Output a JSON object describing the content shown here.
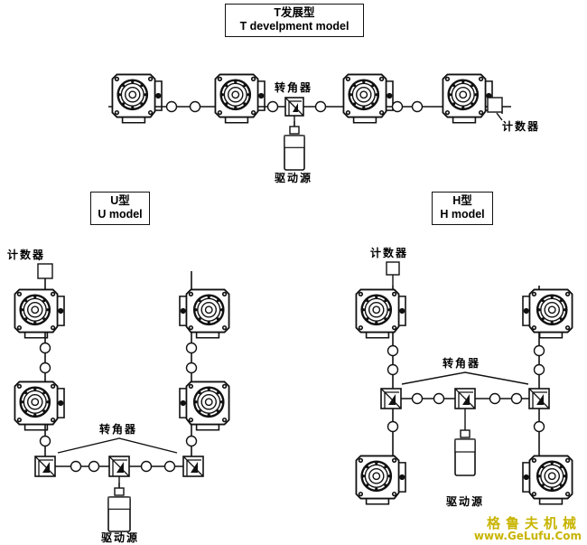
{
  "diagram": {
    "t_title_cn": "T发展型",
    "t_title_en": "T develpment model",
    "u_title_cn": "U型",
    "u_title_en": "U model",
    "h_title_cn": "H型",
    "h_title_en": "H model",
    "angle_unit": "转角器",
    "counter": "计数器",
    "drive": "驱动源",
    "colors": {
      "line": "#111111",
      "watermark": "#c8b400"
    }
  },
  "watermark": {
    "cn": "格鲁夫机械",
    "url": "www.GeLufu.Com"
  }
}
